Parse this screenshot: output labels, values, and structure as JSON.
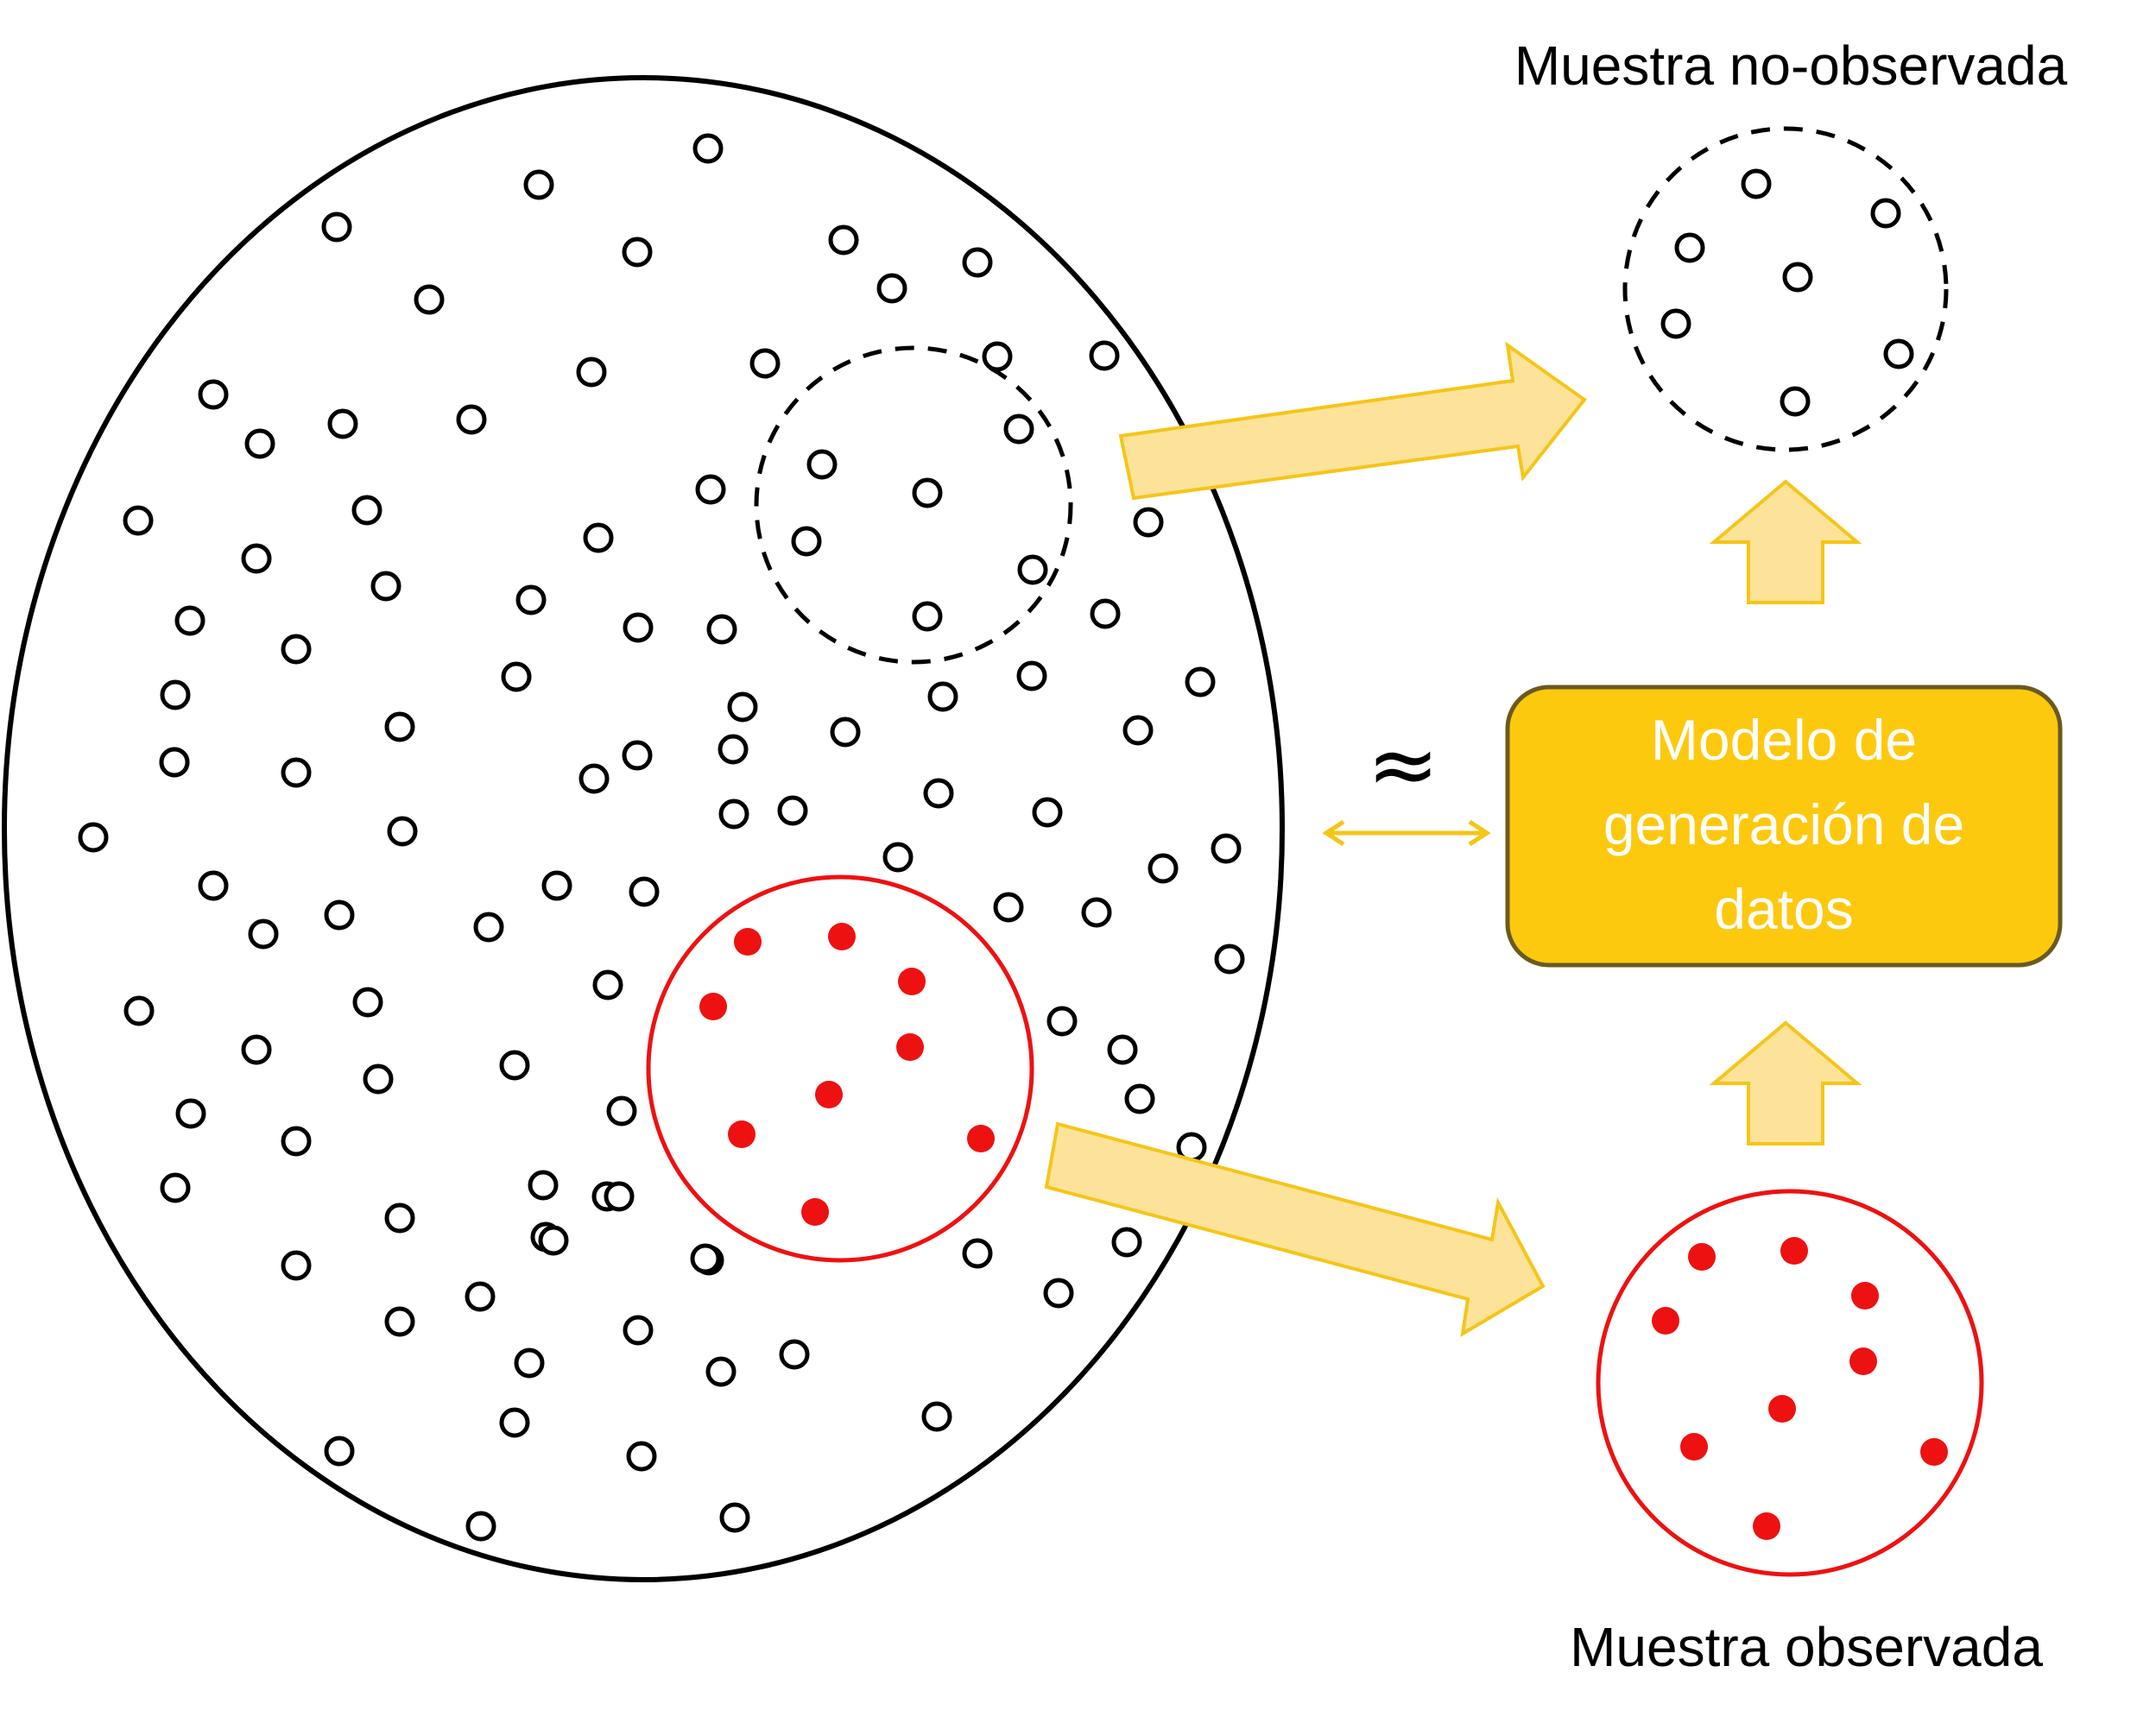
{
  "labels": {
    "unobserved_sample": "Muestra no-observada",
    "observed_sample": "Muestra observada",
    "approx_symbol": "≈",
    "model_line1": "Modelo de",
    "model_line2": "generación de",
    "model_line3": "datos"
  },
  "colors": {
    "outline": "#000000",
    "observed": "#ee1111",
    "arrow_fill": "#fde39a",
    "arrow_stroke": "#f5c518",
    "model_fill": "#fdc90f",
    "model_stroke": "#6b5a1e",
    "model_text": "#ffffff"
  }
}
